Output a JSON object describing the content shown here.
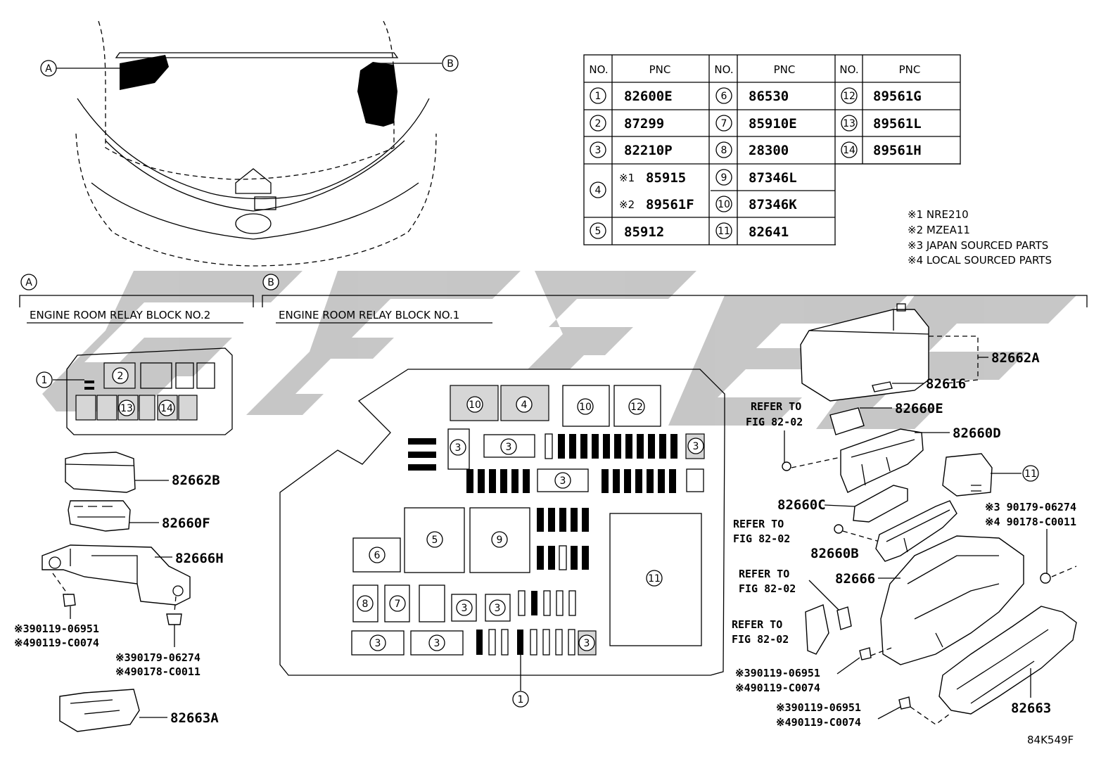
{
  "table": {
    "headers": [
      "NO.",
      "PNC",
      "NO.",
      "PNC",
      "NO.",
      "PNC"
    ],
    "col1": [
      {
        "no": "1",
        "pnc": "82600E"
      },
      {
        "no": "2",
        "pnc": "87299"
      },
      {
        "no": "3",
        "pnc": "82210P"
      },
      {
        "no": "4",
        "pnc_a_mark": "※1",
        "pnc_a": "85915",
        "pnc_b_mark": "※2",
        "pnc_b": "89561F"
      },
      {
        "no": "5",
        "pnc": "85912"
      }
    ],
    "col2": [
      {
        "no": "6",
        "pnc": "86530"
      },
      {
        "no": "7",
        "pnc": "85910E"
      },
      {
        "no": "8",
        "pnc": "28300"
      },
      {
        "no": "9",
        "pnc": "87346L"
      },
      {
        "no": "10",
        "pnc": "87346K"
      },
      {
        "no": "11",
        "pnc": "82641"
      }
    ],
    "col3": [
      {
        "no": "12",
        "pnc": "89561G"
      },
      {
        "no": "13",
        "pnc": "89561L"
      },
      {
        "no": "14",
        "pnc": "89561H"
      }
    ]
  },
  "notes": [
    "※1 NRE210",
    "※2 MZEA11",
    "※3 JAPAN SOURCED PARTS",
    "※4 LOCAL SOURCED PARTS"
  ],
  "views": {
    "a_letter": "A",
    "b_letter": "B",
    "a_title": "ENGINE ROOM RELAY BLOCK NO.2",
    "b_title": "ENGINE ROOM RELAY BLOCK NO.1"
  },
  "block_a_callouts": {
    "c1": "1",
    "c2": "2",
    "c13": "13",
    "c14": "14"
  },
  "block_b_callouts": {
    "c10a": "10",
    "c4": "4",
    "c10b": "10",
    "c12": "12",
    "c3a": "3",
    "c3b": "3",
    "c3c": "3",
    "c3d": "3",
    "c5": "5",
    "c9": "9",
    "c6": "6",
    "c11": "11",
    "c8": "8",
    "c7": "7",
    "c3e": "3",
    "c3f": "3",
    "c3g": "3",
    "c3h": "3",
    "c3i": "3",
    "c1": "1"
  },
  "left_parts": {
    "p82662B": "82662B",
    "p82660F": "82660F",
    "p82666H": "82666H",
    "fast1_j": "※390119-06951",
    "fast1_l": "※490119-C0074",
    "fast2_j": "※390179-06274",
    "fast2_l": "※490178-C0011",
    "p82663A": "82663A"
  },
  "right_parts": {
    "p82662A": "82662A",
    "p82616": "82616",
    "p82660E": "82660E",
    "p82660D": "82660D",
    "p82660C": "82660C",
    "p82660B": "82660B",
    "p82666": "82666",
    "p82663": "82663",
    "c11": "11",
    "refer1_a": "REFER TO",
    "refer1_b": "FIG 82-02",
    "refer2_a": "REFER TO",
    "refer2_b": "FIG 82-02",
    "refer3_a": "REFER TO",
    "refer3_b": "FIG 82-02",
    "refer4_a": "REFER TO",
    "refer4_b": "FIG 82-02",
    "fastR1_j": "※3 90179-06274",
    "fastR1_l": "※4 90178-C0011",
    "fastR2_j": "※390119-06951",
    "fastR2_l": "※490119-C0074",
    "fastR3_j": "※390119-06951",
    "fastR3_l": "※490119-C0074"
  },
  "figure_code": "84K549F",
  "colors": {
    "watermark": "#bdbdbd",
    "ink": "#000000",
    "relay_gray": "#d6d6d6"
  }
}
